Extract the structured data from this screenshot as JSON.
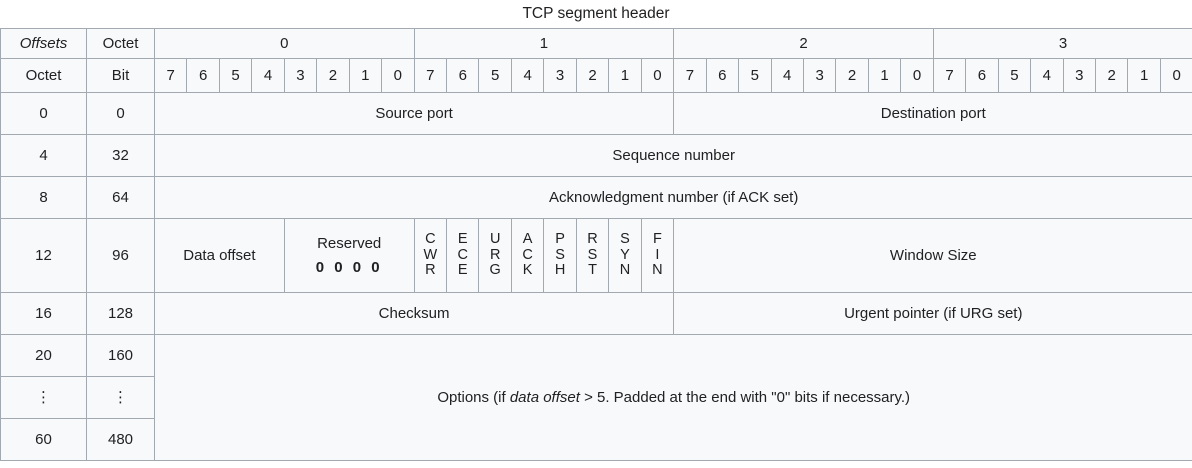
{
  "title": "TCP segment header",
  "header": {
    "offsets_label": "Offsets",
    "octet_link_label": "Octet",
    "octet_label": "Octet",
    "bit_link_label": "Bit",
    "octets": [
      "0",
      "1",
      "2",
      "3"
    ],
    "bits": [
      "7",
      "6",
      "5",
      "4",
      "3",
      "2",
      "1",
      "0",
      "7",
      "6",
      "5",
      "4",
      "3",
      "2",
      "1",
      "0",
      "7",
      "6",
      "5",
      "4",
      "3",
      "2",
      "1",
      "0",
      "7",
      "6",
      "5",
      "4",
      "3",
      "2",
      "1",
      "0"
    ]
  },
  "rows": [
    {
      "octet_offset": "0",
      "bit_offset": "0",
      "fields": [
        {
          "label": "Source port",
          "bits": 16
        },
        {
          "label": "Destination port",
          "bits": 16
        }
      ]
    },
    {
      "octet_offset": "4",
      "bit_offset": "32",
      "fields": [
        {
          "label": "Sequence number",
          "bits": 32
        }
      ]
    },
    {
      "octet_offset": "8",
      "bit_offset": "64",
      "fields": [
        {
          "label": "Acknowledgment number (if ACK set)",
          "bits": 32
        }
      ]
    },
    {
      "octet_offset": "12",
      "bit_offset": "96",
      "fields": [
        {
          "label": "Data offset",
          "bits": 4
        },
        {
          "label": "Reserved",
          "bits": 4,
          "sub_label": "0 0 0 0"
        },
        {
          "label": "CWR",
          "bits": 1,
          "flag": true
        },
        {
          "label": "ECE",
          "bits": 1,
          "flag": true
        },
        {
          "label": "URG",
          "bits": 1,
          "flag": true
        },
        {
          "label": "ACK",
          "bits": 1,
          "flag": true
        },
        {
          "label": "PSH",
          "bits": 1,
          "flag": true
        },
        {
          "label": "RST",
          "bits": 1,
          "flag": true
        },
        {
          "label": "SYN",
          "bits": 1,
          "flag": true
        },
        {
          "label": "FIN",
          "bits": 1,
          "flag": true
        },
        {
          "label": "Window Size",
          "bits": 16
        }
      ]
    },
    {
      "octet_offset": "16",
      "bit_offset": "128",
      "fields": [
        {
          "label": "Checksum",
          "bits": 16
        },
        {
          "label": "Urgent pointer (if URG set)",
          "bits": 16
        }
      ]
    },
    {
      "octet_offset": "20",
      "bit_offset": "160",
      "fields": []
    },
    {
      "octet_offset": "⋮",
      "bit_offset": "⋮",
      "fields": []
    },
    {
      "octet_offset": "60",
      "bit_offset": "480",
      "fields": []
    }
  ],
  "options": {
    "text_before": "Options (if ",
    "text_italic": "data offset",
    "text_after": " > 5. Padded at the end with \"0\" bits if necessary.)"
  },
  "colors": {
    "header_background": "#eaecf0",
    "cell_background": "#f8f9fa",
    "options_background": "#f7d1d1",
    "border": "#a2a9b1",
    "link_blue": "#3366cc",
    "text": "#202122"
  }
}
